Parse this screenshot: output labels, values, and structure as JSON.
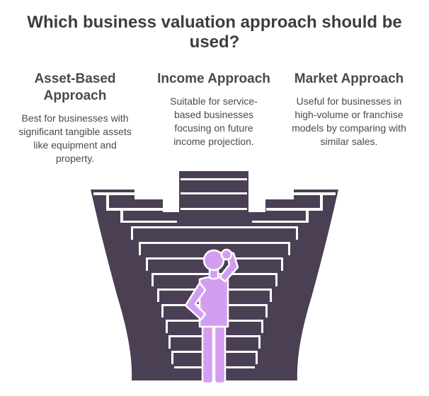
{
  "title": "Which business valuation approach should be used?",
  "approaches": [
    {
      "name": "Asset-Based Approach",
      "description": "Best for businesses with significant tangible assets like equipment and property."
    },
    {
      "name": "Income Approach",
      "description": "Suitable for service-based businesses focusing on future income projection."
    },
    {
      "name": "Market Approach",
      "description": "Useful for businesses in high-volume or franchise models by comparing with similar sales."
    }
  ],
  "colors": {
    "dark": "#4a3f53",
    "step_face": "#ffffff",
    "figure": "#d49ef0",
    "figure_outline": "#ffffff",
    "text": "#4a4a4a"
  },
  "icons": {
    "figure": "person-thinking-icon",
    "staircase": "staircase-icon"
  }
}
